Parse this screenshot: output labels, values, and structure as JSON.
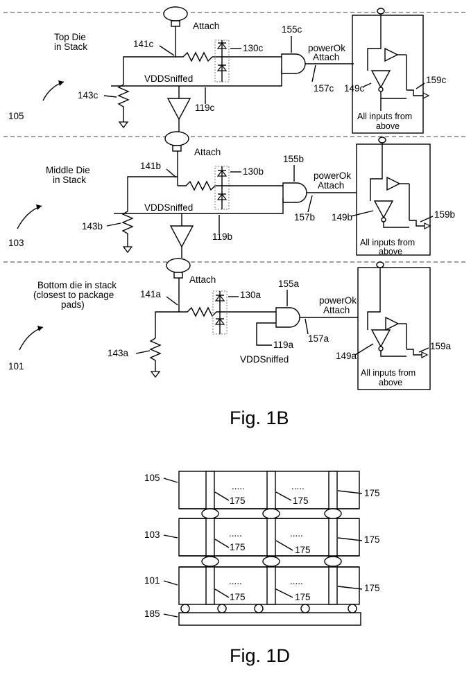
{
  "fig_1b": {
    "caption": "Fig. 1B",
    "dies": [
      {
        "die_label_line1": "Top Die",
        "die_label_line2": "in Stack",
        "die_label_line3": "",
        "ref": "105",
        "attach": "Attach",
        "node": "141c",
        "resistor": "143c",
        "diode": "130c",
        "gate": "155c",
        "power_line1": "powerOk",
        "power_line2": "Attach",
        "out": "157c",
        "sniff": "VDDSniffed",
        "sniff_ref": "119c",
        "latch": "149c",
        "buf": "159c",
        "box_line1": "All inputs from",
        "box_line2": "above"
      },
      {
        "die_label_line1": "Middle Die",
        "die_label_line2": "in Stack",
        "die_label_line3": "",
        "ref": "103",
        "attach": "Attach",
        "node": "141b",
        "resistor": "143b",
        "diode": "130b",
        "gate": "155b",
        "power_line1": "powerOk",
        "power_line2": "Attach",
        "out": "157b",
        "sniff": "VDDSniffed",
        "sniff_ref": "119b",
        "latch": "149b",
        "buf": "159b",
        "box_line1": "All inputs from",
        "box_line2": "above"
      },
      {
        "die_label_line1": "Bottom die in stack",
        "die_label_line2": "(closest to package",
        "die_label_line3": "pads)",
        "ref": "101",
        "attach": "Attach",
        "node": "141a",
        "resistor": "143a",
        "diode": "130a",
        "gate": "155a",
        "power_line1": "powerOk",
        "power_line2": "Attach",
        "out": "157a",
        "sniff": "VDDSniffed",
        "sniff_ref": "119a",
        "latch": "149a",
        "buf": "159a",
        "box_line1": "All inputs from",
        "box_line2": "above"
      }
    ]
  },
  "fig_1d": {
    "caption": "Fig. 1D",
    "dies": [
      {
        "ref": "105",
        "via": "175",
        "dots": "....."
      },
      {
        "ref": "103",
        "via": "175",
        "dots": "....."
      },
      {
        "ref": "101",
        "via": "175",
        "dots": "....."
      }
    ],
    "substrate": "185"
  }
}
